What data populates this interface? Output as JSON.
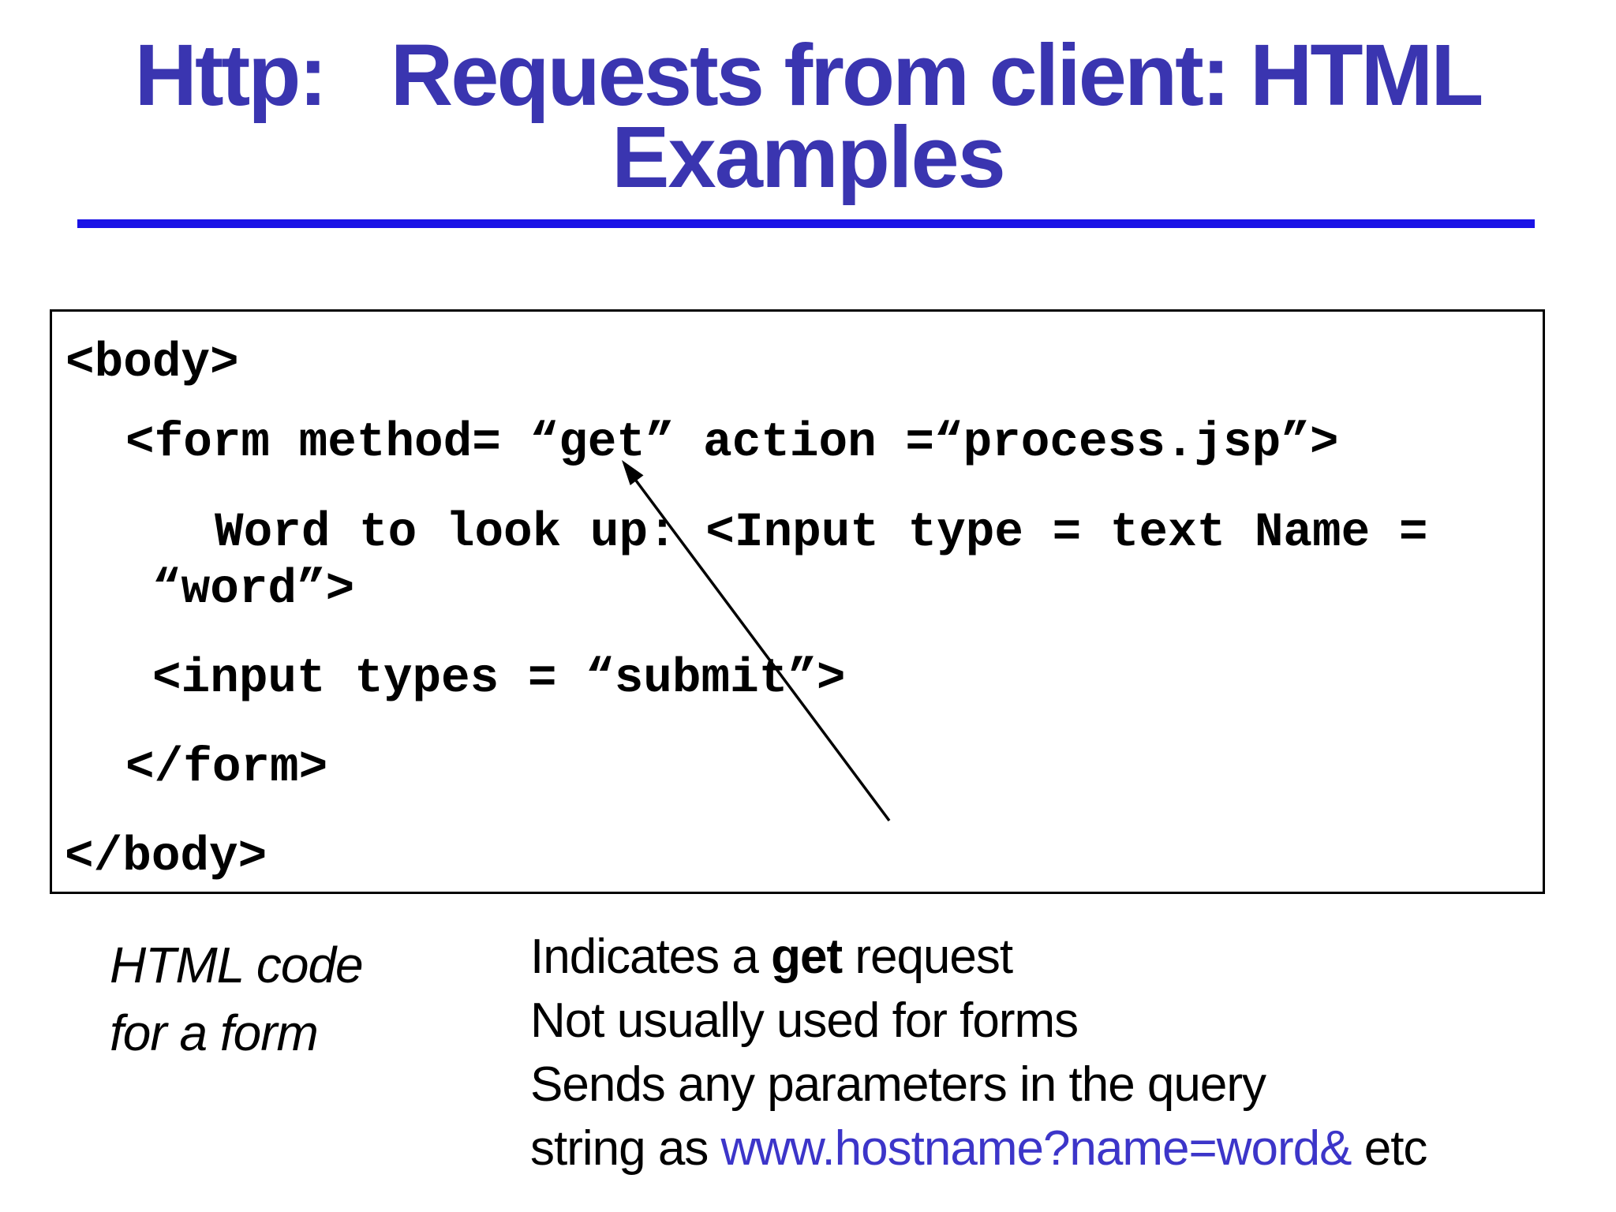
{
  "title": {
    "line1": "Http:   Requests from client: HTML",
    "line2": "Examples"
  },
  "colors": {
    "title_text": "#3a35b0",
    "title_rule": "#1a12e6",
    "code_text": "#000000",
    "box_border": "#000000",
    "arrow": "#000000",
    "link_text": "#3c35c9",
    "body_text": "#000000",
    "background": "#ffffff"
  },
  "code_box": {
    "lines": [
      "<body>",
      "<form method= “get” action =“process.jsp”>",
      "Word to look up: <Input type = text Name =",
      "“word”>",
      "<input types = “submit”>",
      "</form>",
      "</body>"
    ]
  },
  "caption": {
    "line1": "HTML code",
    "line2": "for a form"
  },
  "notes": {
    "line1_pre": "Indicates a ",
    "line1_bold": "get",
    "line1_post": " request",
    "line2": "Not usually used for forms",
    "line3": "Sends any parameters in the query",
    "line4_pre": "string as ",
    "line4_link": "www.hostname?name=word&",
    "line4_post": " etc"
  },
  "annotations": {
    "arrow_target": "get attribute value in form method"
  }
}
